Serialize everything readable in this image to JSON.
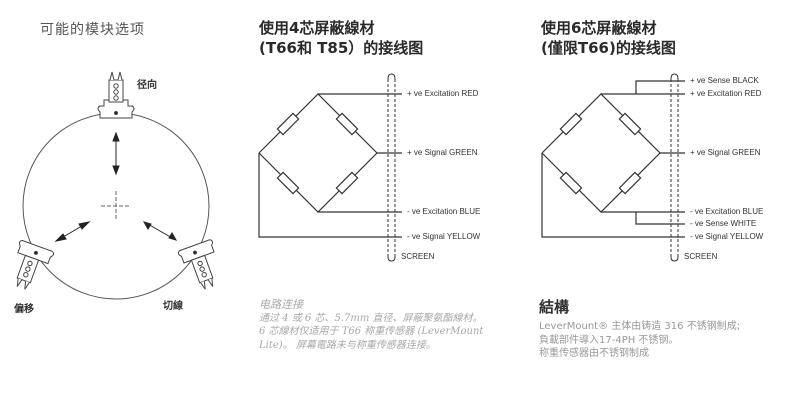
{
  "module_options": {
    "title": "可能的模块选项",
    "labels": {
      "radial": "径向",
      "offset": "偏移",
      "tangential": "切線"
    }
  },
  "wiring_4core": {
    "title_line1": "使用4芯屏蔽線材",
    "title_line2": "(T66和 T85）的接线图",
    "wires": [
      {
        "label": "+ ve Excitation RED",
        "color": "#d32f2f"
      },
      {
        "label": "+ ve Signal GREEN",
        "color": "#2e7d32"
      },
      {
        "label": "- ve Excitation BLUE",
        "color": "#1565c0"
      },
      {
        "label": "- ve Signal YELLOW",
        "color": "#f9a825"
      }
    ],
    "screen_label": "SCREEN"
  },
  "wiring_6core": {
    "title_line1": "使用6芯屏蔽線材",
    "title_line2": "(僅限T66)的接线图",
    "wires": [
      {
        "label": "+ ve Sense BLACK",
        "color": "#000000"
      },
      {
        "label": "+ ve Excitation RED",
        "color": "#d32f2f"
      },
      {
        "label": "+ ve Signal GREEN",
        "color": "#2e7d32"
      },
      {
        "label": "- ve Excitation BLUE",
        "color": "#1565c0"
      },
      {
        "label": "- ve Sense WHITE",
        "color": "#ffffff"
      },
      {
        "label": "- ve Signal YELLOW",
        "color": "#f9a825"
      }
    ],
    "screen_label": "SCREEN"
  },
  "circuit_connection": {
    "heading": "电路连接",
    "lines": [
      "通过 4 或 6 芯、5.7mm 直径、屏蔽聚氨酯線材。",
      "6 芯線材仅适用于 T66 称重传感器 (LeverMount",
      "Lite)。 屏幕電路未与称重传感器连接。"
    ]
  },
  "structure": {
    "heading": "結構",
    "lines": [
      "LeverMount® 主体由铸造 316 不锈钢制成;",
      "負載部件導入17-4PH 不锈钢。",
      "称重传感器由不锈钢制成"
    ]
  }
}
